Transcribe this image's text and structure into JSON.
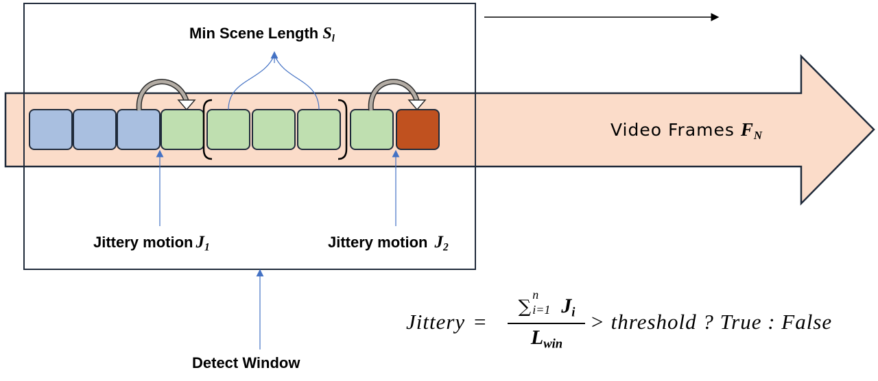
{
  "labels": {
    "min_scene_length": "Min Scene Length",
    "min_scene_symbol": "S",
    "min_scene_sub": "l",
    "video_frames": "Video Frames",
    "video_symbol": "F",
    "video_sub": "N",
    "jitter1_text": "Jittery motion",
    "jitter1_symbol": "J",
    "jitter1_sub": "1",
    "jitter2_text": "Jittery motion",
    "jitter2_symbol": "J",
    "jitter2_sub": "2",
    "detect_window": "Detect Window"
  },
  "formula": {
    "lhs": "Jittery",
    "equals": "=",
    "sum": "∑",
    "sum_lower": "i=1",
    "sum_upper": "n",
    "numerator_symbol": "J",
    "numerator_sub": "i",
    "denominator_symbol": "L",
    "denominator_sub": "win",
    "comparison": "> threshold ? True : False"
  },
  "frames": [
    {
      "state": "normal"
    },
    {
      "state": "normal"
    },
    {
      "state": "normal"
    },
    {
      "state": "scene"
    },
    {
      "state": "scene"
    },
    {
      "state": "scene"
    },
    {
      "state": "scene"
    },
    {
      "state": "scene"
    },
    {
      "state": "jitter"
    }
  ],
  "colors": {
    "normal_fill": "#a9bfe0",
    "scene_fill": "#bfdfb0",
    "jitter_fill": "#c0511f",
    "band_fill": "#fbdcc9",
    "pointer_blue": "#4472c4"
  }
}
